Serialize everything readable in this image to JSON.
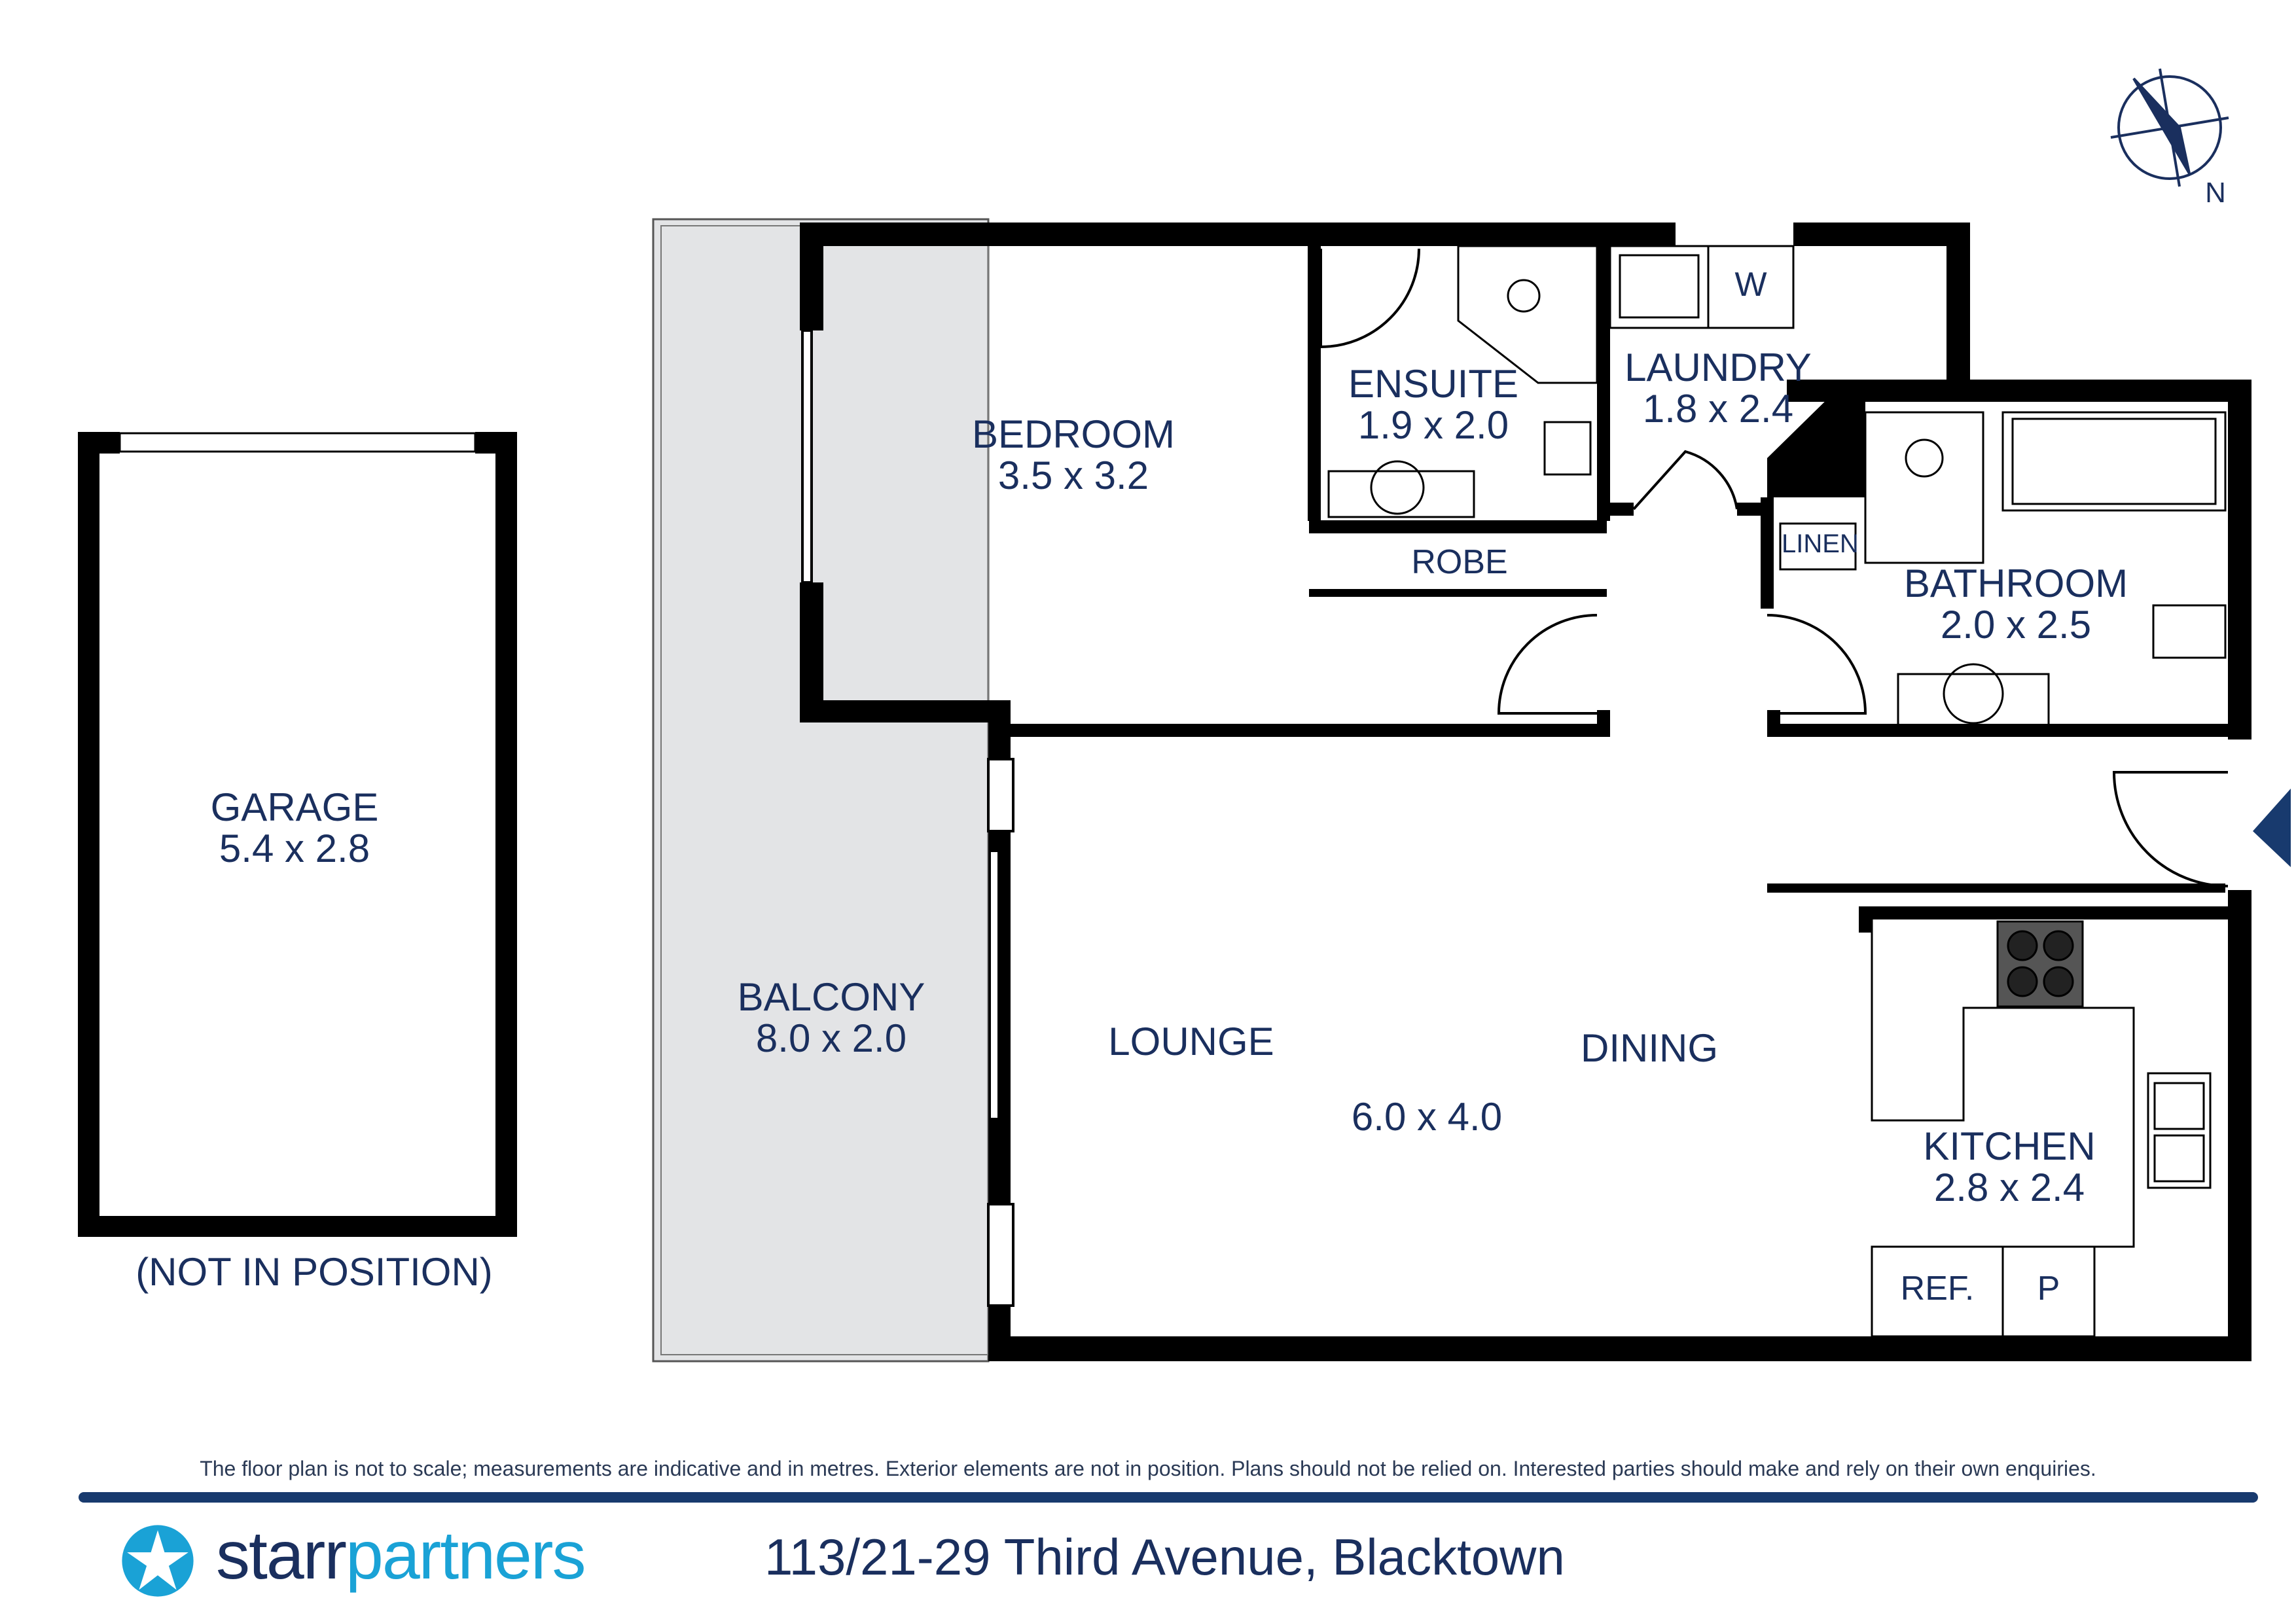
{
  "rooms": {
    "bedroom": {
      "name": "BEDROOM",
      "dims": "3.5 x 3.2"
    },
    "ensuite": {
      "name": "ENSUITE",
      "dims": "1.9 x 2.0"
    },
    "laundry": {
      "name": "LAUNDRY",
      "dims": "1.8 x 2.4"
    },
    "bathroom": {
      "name": "BATHROOM",
      "dims": "2.0 x 2.5"
    },
    "garage": {
      "name": "GARAGE",
      "dims": "5.4 x 2.8"
    },
    "balcony": {
      "name": "BALCONY",
      "dims": "8.0 x 2.0"
    },
    "kitchen": {
      "name": "KITCHEN",
      "dims": "2.8 x 2.4"
    },
    "lounge": {
      "name": "LOUNGE"
    },
    "dining": {
      "name": "DINING"
    },
    "living_dims": "6.0 x 4.0"
  },
  "fixtures": {
    "robe": "ROBE",
    "linen": "LINEN",
    "washer": "W",
    "fridge": "REF.",
    "pantry": "P"
  },
  "garage_note": "(NOT IN POSITION)",
  "compass_label": "N",
  "disclaimer": "The floor plan is not to scale; measurements are indicative and in metres. Exterior elements are not in position. Plans should not be relied on. Interested parties should make and rely on their own enquiries.",
  "brand": {
    "part1": "starr",
    "part2": "partners"
  },
  "address": "113/21-29 Third Avenue, Blacktown",
  "colors": {
    "text": "#1a2f5e",
    "wall": "#000000",
    "balcony": "#e3e4e6",
    "accent": "#1aa2d6",
    "rule": "#183a6e"
  }
}
